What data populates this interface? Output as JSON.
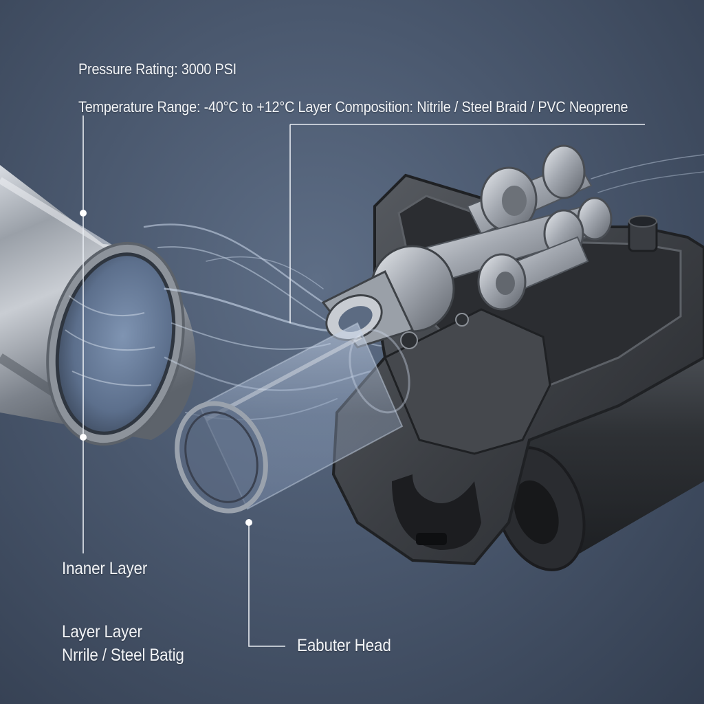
{
  "labels": {
    "pressure": "Pressure Rating: 3000 PSI",
    "temperature_composition": "Temperature Range:  -40°C to +12°C Layer Composition: Nitrile / Steel Braid / PVC Neoprene",
    "inner_layer": "Inaner Layer",
    "layer_line1": "Layer Layer",
    "layer_line2": "Nrrile / Steel Batig",
    "head": "Eabuter Head"
  },
  "colors": {
    "background": "#4a586e",
    "text": "#f2f4f7",
    "leader_line": "#e8ecf2",
    "steel": "#b9bec6",
    "machine_body": "#3d4045"
  }
}
